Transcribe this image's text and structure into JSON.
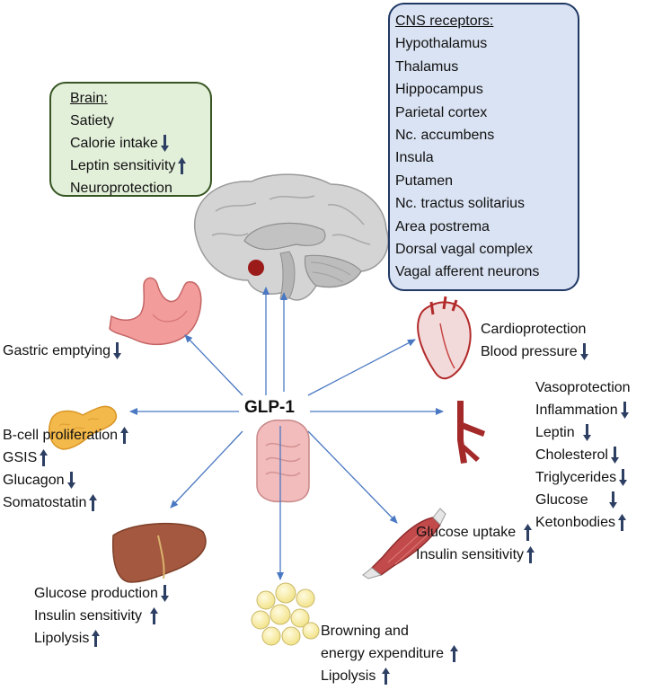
{
  "center": {
    "label": "GLP-1"
  },
  "brain_box": {
    "title": "Brain:",
    "items": [
      {
        "text": "Satiety",
        "arrow": ""
      },
      {
        "text": "Calorie intake",
        "arrow": "down"
      },
      {
        "text": "Leptin sensitivity",
        "arrow": "up"
      },
      {
        "text": "Neuroprotection",
        "arrow": ""
      }
    ]
  },
  "cns_box": {
    "title": "CNS receptors:",
    "items": [
      "Hypothalamus",
      "Thalamus",
      "Hippocampus",
      "Parietal cortex",
      "Nc. accumbens",
      "Insula",
      "Putamen",
      "Nc. tractus solitarius",
      "Area postrema",
      "Dorsal vagal complex",
      "Vagal afferent neurons"
    ]
  },
  "stomach": {
    "items": [
      {
        "text": "Gastric emptying",
        "arrow": "down"
      }
    ]
  },
  "heart": {
    "items": [
      {
        "text": "Cardioprotection",
        "arrow": ""
      },
      {
        "text": "Blood pressure",
        "arrow": "down"
      }
    ]
  },
  "vessel": {
    "items": [
      {
        "text": "Vasoprotection",
        "arrow": ""
      },
      {
        "text": "Inflammation",
        "arrow": "down"
      },
      {
        "text": "Leptin",
        "arrow": "down"
      },
      {
        "text": "Cholesterol",
        "arrow": "down"
      },
      {
        "text": "Triglycerides",
        "arrow": "down"
      },
      {
        "text": "Glucose",
        "arrow": "down"
      },
      {
        "text": "Ketonbodies",
        "arrow": "up"
      }
    ]
  },
  "pancreas": {
    "items": [
      {
        "text": "B-cell proliferation",
        "arrow": "up"
      },
      {
        "text": "GSIS",
        "arrow": "up"
      },
      {
        "text": "Glucagon",
        "arrow": "down"
      },
      {
        "text": "Somatostatin",
        "arrow": "up"
      }
    ]
  },
  "liver": {
    "items": [
      {
        "text": "Glucose production",
        "arrow": "down"
      },
      {
        "text": "Insulin sensitivity",
        "arrow": "up"
      },
      {
        "text": "Lipolysis",
        "arrow": "up"
      }
    ]
  },
  "muscle": {
    "items": [
      {
        "text": "Glucose uptake",
        "arrow": "up"
      },
      {
        "text": "Insulin sensitivity",
        "arrow": "up"
      }
    ]
  },
  "adipose": {
    "items": [
      {
        "text": "Browning and",
        "arrow": ""
      },
      {
        "text": "energy expenditure",
        "arrow": "up"
      },
      {
        "text": "Lipolysis",
        "arrow": "up"
      }
    ]
  },
  "colors": {
    "connector": "#4a78c2",
    "indicator_arrow": "#2d3f63",
    "brain_box_fill": "#e2efd9",
    "brain_box_border": "#375623",
    "cns_box_fill": "#dae3f3",
    "cns_box_border": "#1f3864"
  }
}
